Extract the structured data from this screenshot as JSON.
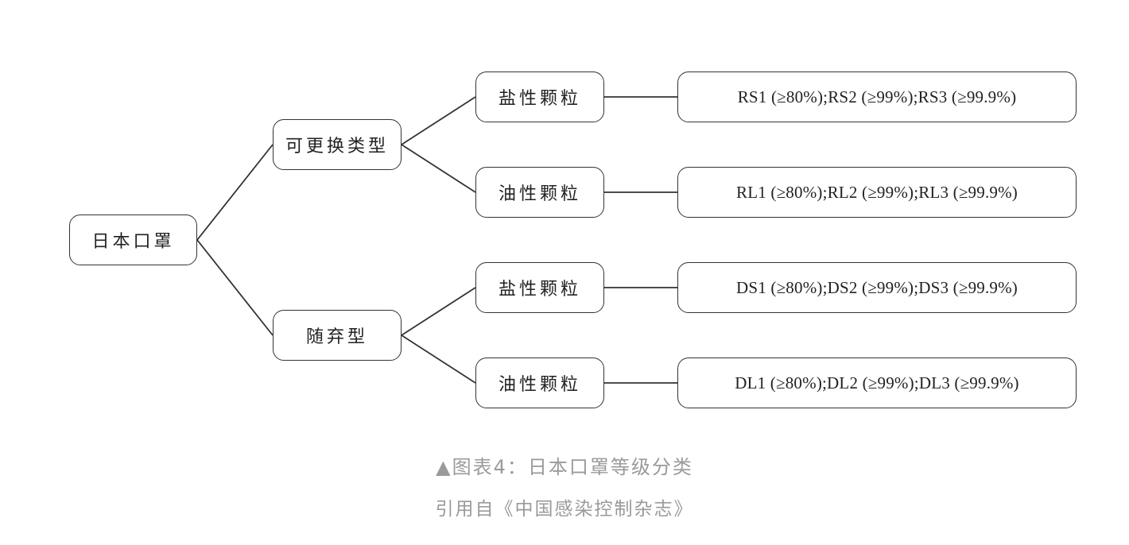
{
  "diagram": {
    "root": "日本口罩",
    "types": [
      {
        "label": "可更换类型",
        "branches": [
          {
            "label": "盐性颗粒",
            "grades": "RS1 (≥80%);RS2 (≥99%);RS3 (≥99.9%)"
          },
          {
            "label": "油性颗粒",
            "grades": "RL1 (≥80%);RL2 (≥99%);RL3 (≥99.9%)"
          }
        ]
      },
      {
        "label": "随弃型",
        "branches": [
          {
            "label": "盐性颗粒",
            "grades": "DS1 (≥80%);DS2 (≥99%);DS3 (≥99.9%)"
          },
          {
            "label": "油性颗粒",
            "grades": "DL1 (≥80%);DL2 (≥99%);DL3 (≥99.9%)"
          }
        ]
      }
    ]
  },
  "caption": {
    "title": "▲图表4：日本口罩等级分类",
    "source": "引用自《中国感染控制杂志》"
  }
}
